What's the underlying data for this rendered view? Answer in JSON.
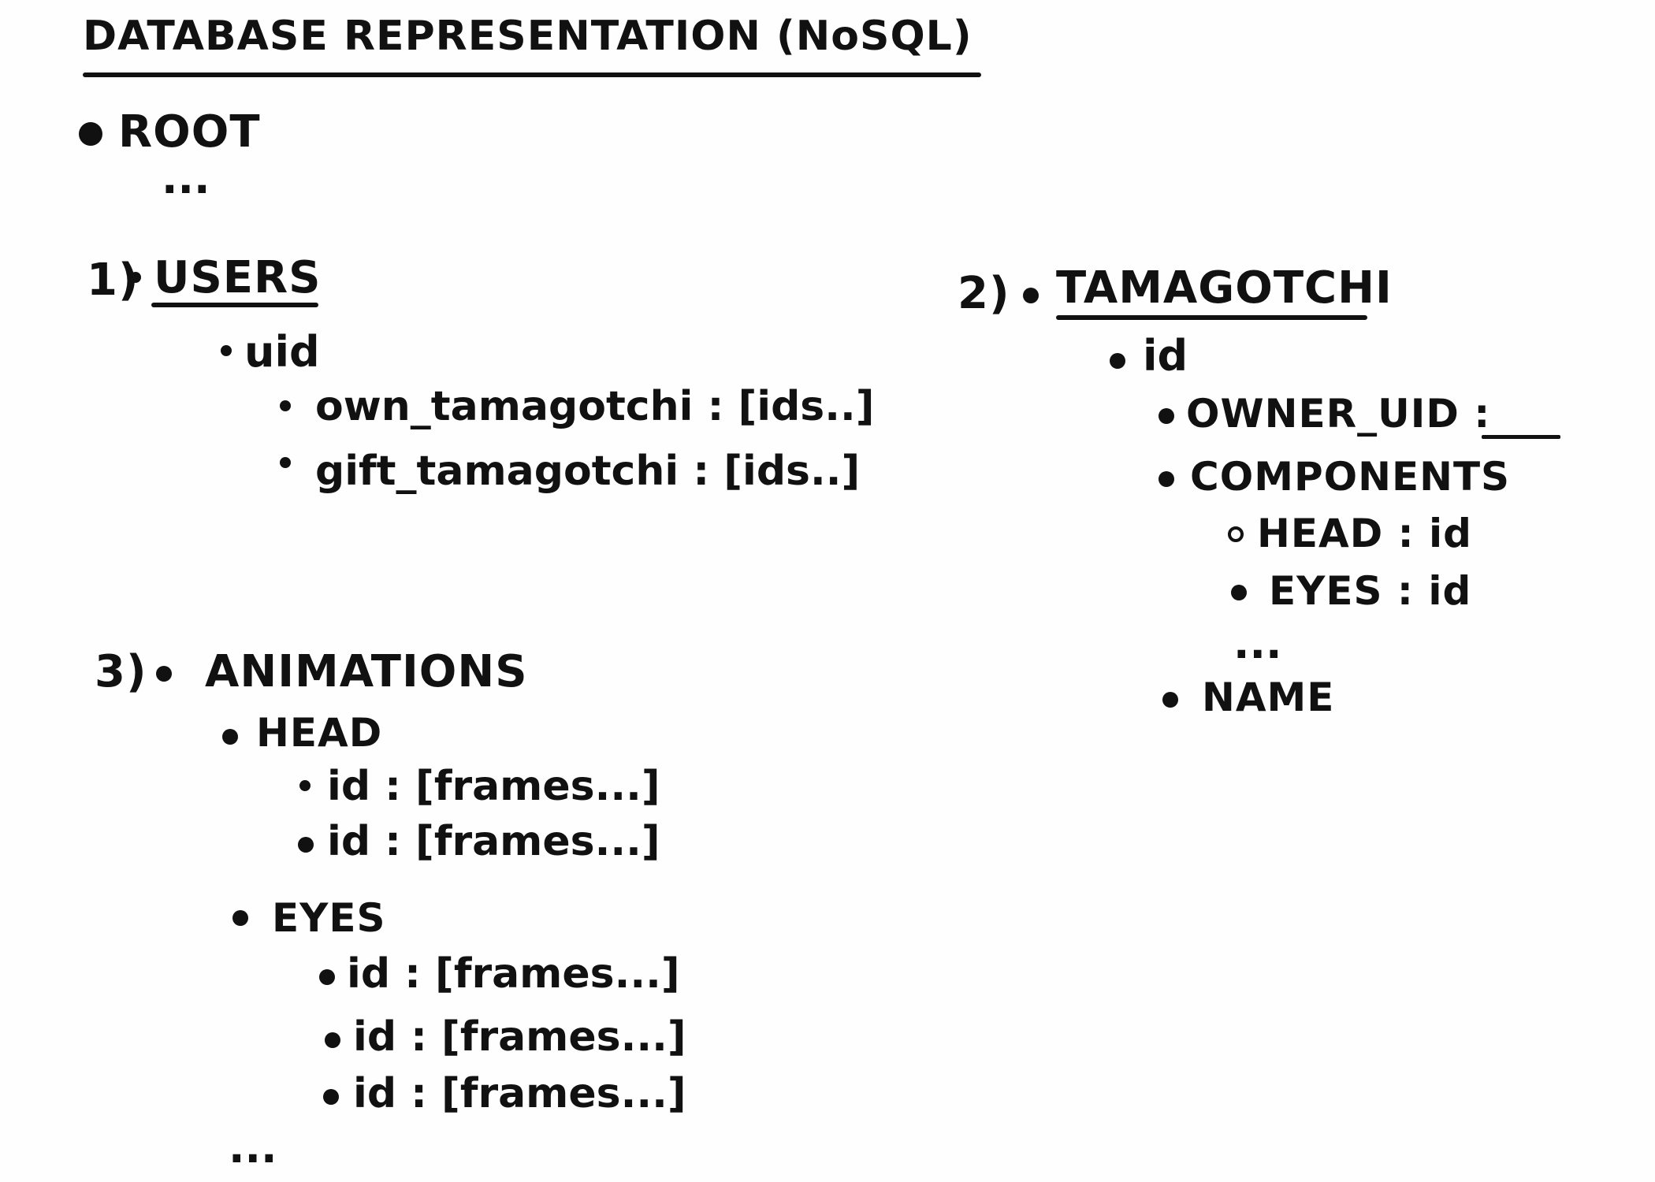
{
  "title": "DATABASE REPRESENTATION (NoSQL)",
  "root": {
    "label": "ROOT",
    "ellipsis": "..."
  },
  "users": {
    "number": "1)",
    "label": "USERS",
    "key": "uid",
    "fields": [
      "own_tamagotchi : [ids..]",
      "gift_tamagotchi : [ids..]"
    ]
  },
  "tamagotchi": {
    "number": "2)",
    "label": "TAMAGOTCHI",
    "key": "id",
    "owner": "OWNER_UID :",
    "components_label": "COMPONENTS",
    "components": [
      "HEAD : id",
      "EYES : id"
    ],
    "components_ellipsis": "...",
    "name": "NAME"
  },
  "animations": {
    "number": "3)",
    "label": "ANIMATIONS",
    "head": {
      "label": "HEAD",
      "items": [
        "id : [frames...]",
        "id : [frames...]"
      ]
    },
    "eyes": {
      "label": "EYES",
      "items": [
        "id : [frames...]",
        "id : [frames...]",
        "id : [frames...]"
      ]
    },
    "ellipsis": "..."
  },
  "colors": {
    "ink": "#111111",
    "paper": "#fefefe"
  }
}
